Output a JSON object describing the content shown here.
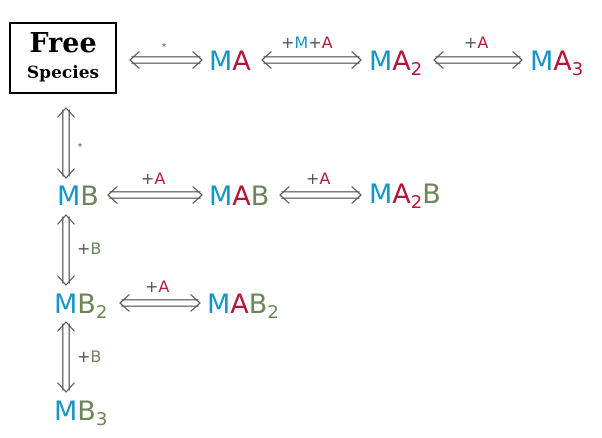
{
  "colors": {
    "metal": "#1596c4",
    "ligand_a": "#b3173a",
    "ligand_b": "#6e855a",
    "arrow": "#555555",
    "star": "#8a8a8a",
    "box_border": "#000000"
  },
  "free_species": {
    "line1": "Free",
    "line2": "Species"
  },
  "species": [
    {
      "id": "MA",
      "parts": [
        [
          "M",
          "metal"
        ],
        [
          "A",
          "ligand_a"
        ]
      ]
    },
    {
      "id": "MA2",
      "parts": [
        [
          "M",
          "metal"
        ],
        [
          "A",
          "ligand_a"
        ],
        [
          "2",
          "ligand_a",
          "sub"
        ]
      ]
    },
    {
      "id": "MA3",
      "parts": [
        [
          "M",
          "metal"
        ],
        [
          "A",
          "ligand_a"
        ],
        [
          "3",
          "ligand_a",
          "sub"
        ]
      ]
    },
    {
      "id": "MB",
      "parts": [
        [
          "M",
          "metal"
        ],
        [
          "B",
          "ligand_b"
        ]
      ]
    },
    {
      "id": "MAB",
      "parts": [
        [
          "M",
          "metal"
        ],
        [
          "A",
          "ligand_a"
        ],
        [
          "B",
          "ligand_b"
        ]
      ]
    },
    {
      "id": "MA2B",
      "parts": [
        [
          "M",
          "metal"
        ],
        [
          "A",
          "ligand_a"
        ],
        [
          "2",
          "ligand_a",
          "sub"
        ],
        [
          "B",
          "ligand_b"
        ]
      ]
    },
    {
      "id": "MB2",
      "parts": [
        [
          "M",
          "metal"
        ],
        [
          "B",
          "ligand_b"
        ],
        [
          "2",
          "ligand_b",
          "sub"
        ]
      ]
    },
    {
      "id": "MAB2",
      "parts": [
        [
          "M",
          "metal"
        ],
        [
          "A",
          "ligand_a"
        ],
        [
          "B",
          "ligand_b"
        ],
        [
          "2",
          "ligand_b",
          "sub"
        ]
      ]
    },
    {
      "id": "MB3",
      "parts": [
        [
          "M",
          "metal"
        ],
        [
          "B",
          "ligand_b"
        ],
        [
          "3",
          "ligand_b",
          "sub"
        ]
      ]
    }
  ],
  "reactions": [
    {
      "id": "free-to-ma",
      "from": "free",
      "to": "MA",
      "label": [
        [
          "⋆",
          "star"
        ]
      ]
    },
    {
      "id": "ma-to-ma2",
      "from": "MA",
      "to": "MA2",
      "label": [
        [
          "+",
          "arrow"
        ],
        [
          "M",
          "metal"
        ],
        [
          "+",
          "arrow"
        ],
        [
          "A",
          "ligand_a"
        ]
      ]
    },
    {
      "id": "ma2-to-ma3",
      "from": "MA2",
      "to": "MA3",
      "label": [
        [
          "+",
          "arrow"
        ],
        [
          "A",
          "ligand_a"
        ]
      ]
    },
    {
      "id": "free-to-mb",
      "from": "free",
      "to": "MB",
      "label": [
        [
          "⋆",
          "star"
        ]
      ]
    },
    {
      "id": "mb-to-mab",
      "from": "MB",
      "to": "MAB",
      "label": [
        [
          "+",
          "arrow"
        ],
        [
          "A",
          "ligand_a"
        ]
      ]
    },
    {
      "id": "mab-to-ma2b",
      "from": "MAB",
      "to": "MA2B",
      "label": [
        [
          "+",
          "arrow"
        ],
        [
          "A",
          "ligand_a"
        ]
      ]
    },
    {
      "id": "mb-to-mb2",
      "from": "MB",
      "to": "MB2",
      "label": [
        [
          "+",
          "arrow"
        ],
        [
          "B",
          "ligand_b"
        ]
      ]
    },
    {
      "id": "mb2-to-mab2",
      "from": "MB2",
      "to": "MAB2",
      "label": [
        [
          "+",
          "arrow"
        ],
        [
          "A",
          "ligand_a"
        ]
      ]
    },
    {
      "id": "mb2-to-mb3",
      "from": "MB2",
      "to": "MB3",
      "label": [
        [
          "+",
          "arrow"
        ],
        [
          "B",
          "ligand_b"
        ]
      ]
    }
  ]
}
